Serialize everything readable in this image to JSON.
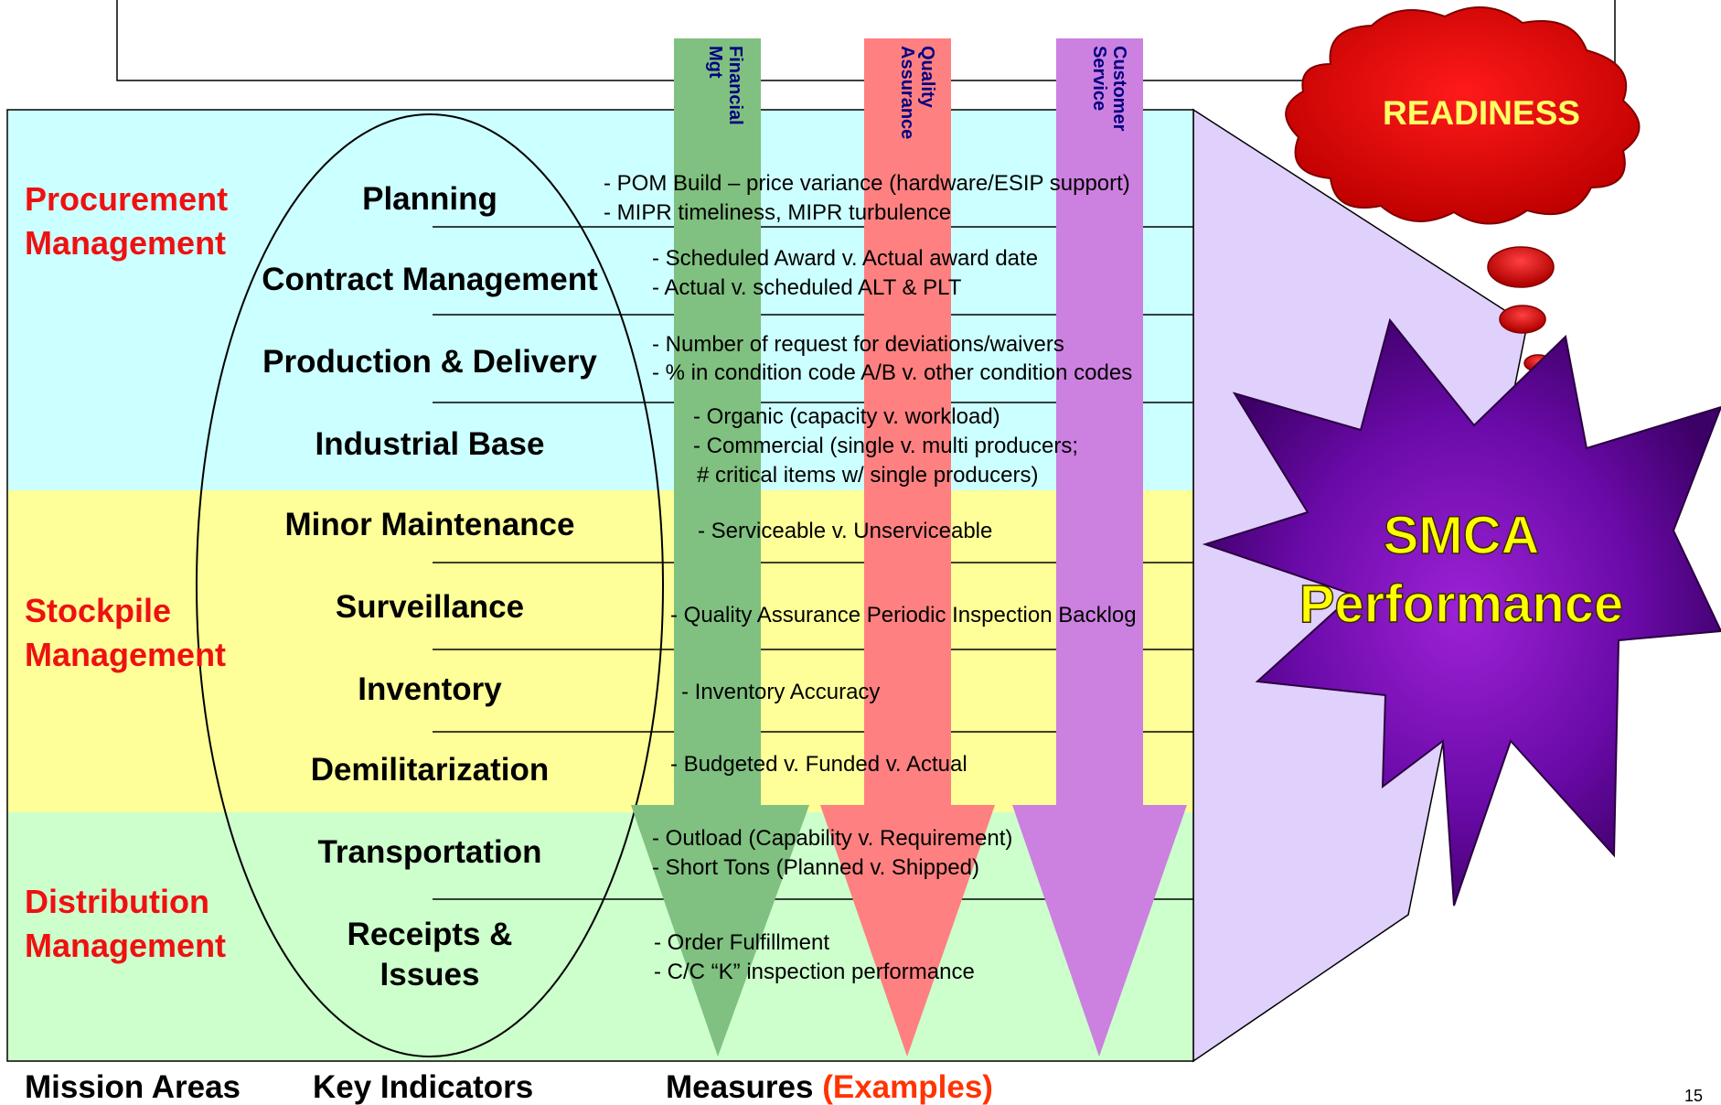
{
  "mission_areas": {
    "procurement": [
      "Procurement",
      "Management"
    ],
    "stockpile": [
      "Stockpile",
      "Management"
    ],
    "distribution": [
      "Distribution",
      "Management"
    ]
  },
  "indicators": [
    {
      "name": "Planning"
    },
    {
      "name": "Contract Management"
    },
    {
      "name": "Production & Delivery"
    },
    {
      "name": "Industrial Base"
    },
    {
      "name": "Minor Maintenance"
    },
    {
      "name": "Surveillance"
    },
    {
      "name": "Inventory"
    },
    {
      "name": "Demilitarization"
    },
    {
      "name": "Transportation"
    },
    {
      "name": "Receipts &",
      "name2": "Issues"
    }
  ],
  "measures": {
    "planning": [
      "- POM Build – price variance (hardware/ESIP support)",
      "- MIPR timeliness, MIPR turbulence"
    ],
    "contract": [
      "- Scheduled Award v. Actual award date",
      "- Actual v. scheduled ALT & PLT"
    ],
    "production": [
      "- Number of request for deviations/waivers",
      "- % in condition code A/B v. other condition codes"
    ],
    "industrial": [
      "- Organic (capacity v. workload)",
      "- Commercial (single v. multi producers;",
      "# critical items w/ single producers)"
    ],
    "minor": [
      "- Serviceable v. Unserviceable"
    ],
    "surveillance": [
      "- Quality Assurance Periodic Inspection Backlog"
    ],
    "inventory": [
      "- Inventory Accuracy"
    ],
    "demil": [
      "- Budgeted v. Funded v. Actual"
    ],
    "transportation": [
      "- Outload (Capability v. Requirement)",
      "- Short Tons (Planned v. Shipped)"
    ],
    "receipts": [
      "- Order Fulfillment",
      "- C/C “K” inspection performance"
    ]
  },
  "arrows": {
    "financial": [
      "Financial",
      "Mgt"
    ],
    "quality": [
      "Quality",
      "Assurance"
    ],
    "customer": [
      "Customer",
      "Service"
    ]
  },
  "readiness": "READINESS",
  "smca": [
    "SMCA",
    "Performance"
  ],
  "footer": {
    "mission_areas": "Mission Areas",
    "key_indicators": "Key Indicators",
    "measures": "Measures",
    "examples": "(Examples)"
  },
  "page_number": "15",
  "colors": {
    "procurement_band": "#ccffff",
    "stockpile_band": "#ffff99",
    "distribution_band": "#ccffcc",
    "mission_text": "#ee1111",
    "financial_arrow": "#80c080",
    "quality_arrow": "#ff8080",
    "customer_arrow": "#cc80e0",
    "arrow_label": "#000080",
    "readiness_cloud": "#e00000",
    "readiness_text": "#ffff66",
    "smca_star": "#660099",
    "smca_text": "#ffff00",
    "examples_text": "#ff3300"
  }
}
